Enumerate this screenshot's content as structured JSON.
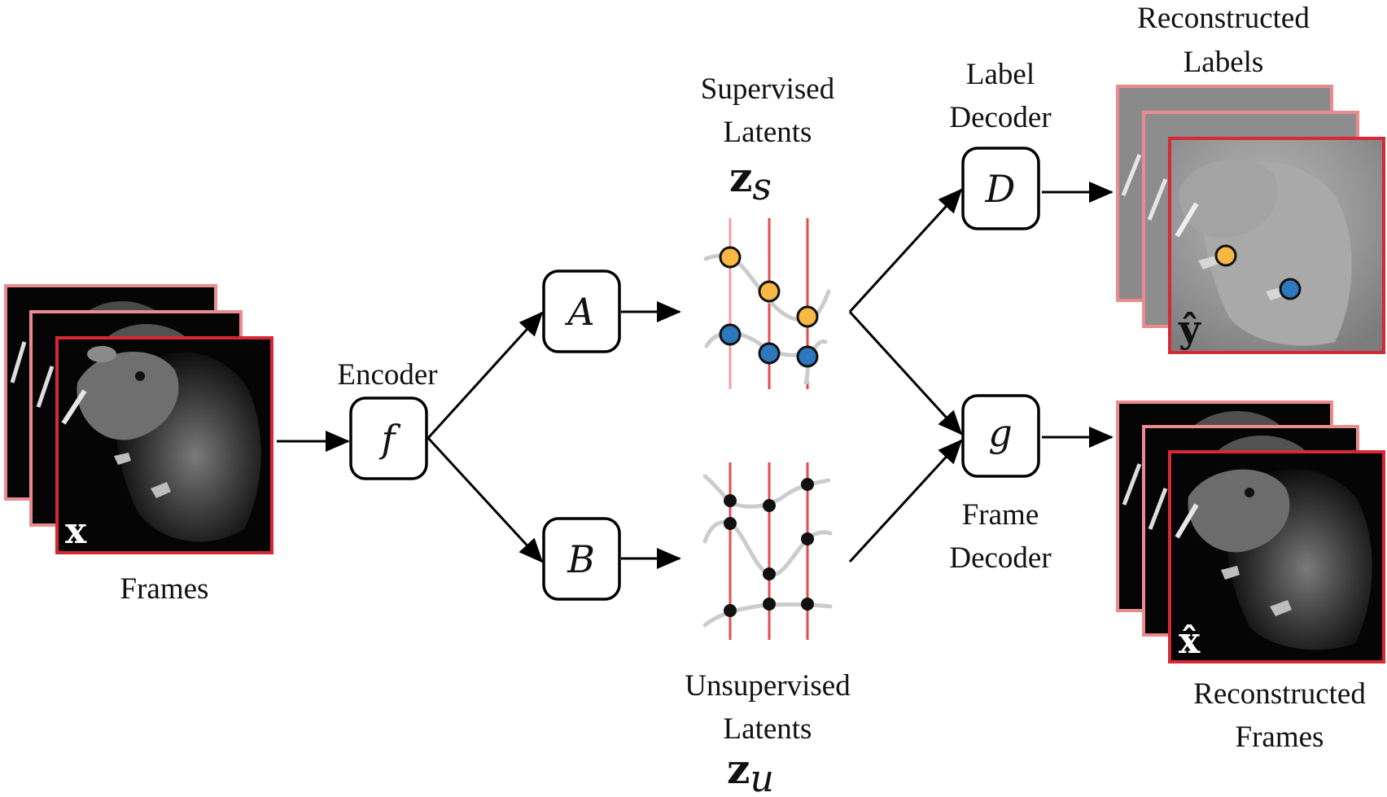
{
  "labels": {
    "frames": "Frames",
    "encoder": "Encoder",
    "supervised_line1": "Supervised",
    "supervised_line2": "Latents",
    "unsupervised_line1": "Unsupervised",
    "unsupervised_line2": "Latents",
    "label_decoder_line1": "Label",
    "label_decoder_line2": "Decoder",
    "frame_decoder_line1": "Frame",
    "frame_decoder_line2": "Decoder",
    "recon_labels_line1": "Reconstructed",
    "recon_labels_line2": "Labels",
    "recon_frames_line1": "Reconstructed",
    "recon_frames_line2": "Frames"
  },
  "symbols": {
    "encoder": "f",
    "branch_a": "A",
    "branch_b": "B",
    "label_decoder": "D",
    "frame_decoder": "g",
    "z_main": "z",
    "z_s_sub": "s",
    "z_u_sub": "u",
    "x": "x",
    "y_hat": "ŷ",
    "x_hat": "x̂"
  },
  "colors": {
    "frame_border_front": "#d42a35",
    "frame_border_back": "#ea8c8f",
    "latent_line": "#e64a50",
    "latent_line_faint": "#f0a0a3",
    "trajectory": "#cccccc",
    "supervised_dot_orange": "#f8b843",
    "supervised_dot_blue": "#2e78bd",
    "unsupervised_dot": "#111111",
    "recon_label_bg": "#8f8f8f"
  }
}
